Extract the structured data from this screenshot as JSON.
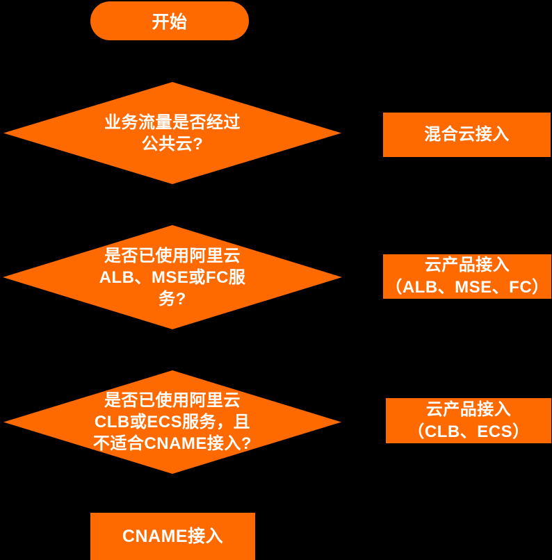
{
  "colors": {
    "background": "#000000",
    "accent": "#FF6A00",
    "text": "#FFFFFF"
  },
  "flowchart": {
    "start": {
      "label": "开始"
    },
    "decisions": [
      {
        "text": "业务流量是否经过\n公共云?"
      },
      {
        "text": "是否已使用阿里云\nALB、MSE或FC服\n务?"
      },
      {
        "text": "是否已使用阿里云\nCLB或ECS服务，且\n不适合CNAME接入?"
      }
    ],
    "results": [
      {
        "text": "混合云接入"
      },
      {
        "text": "云产品接入\n（ALB、MSE、FC）"
      },
      {
        "text": "云产品接入\n（CLB、ECS）"
      }
    ],
    "end": {
      "label": "CNAME接入"
    }
  }
}
